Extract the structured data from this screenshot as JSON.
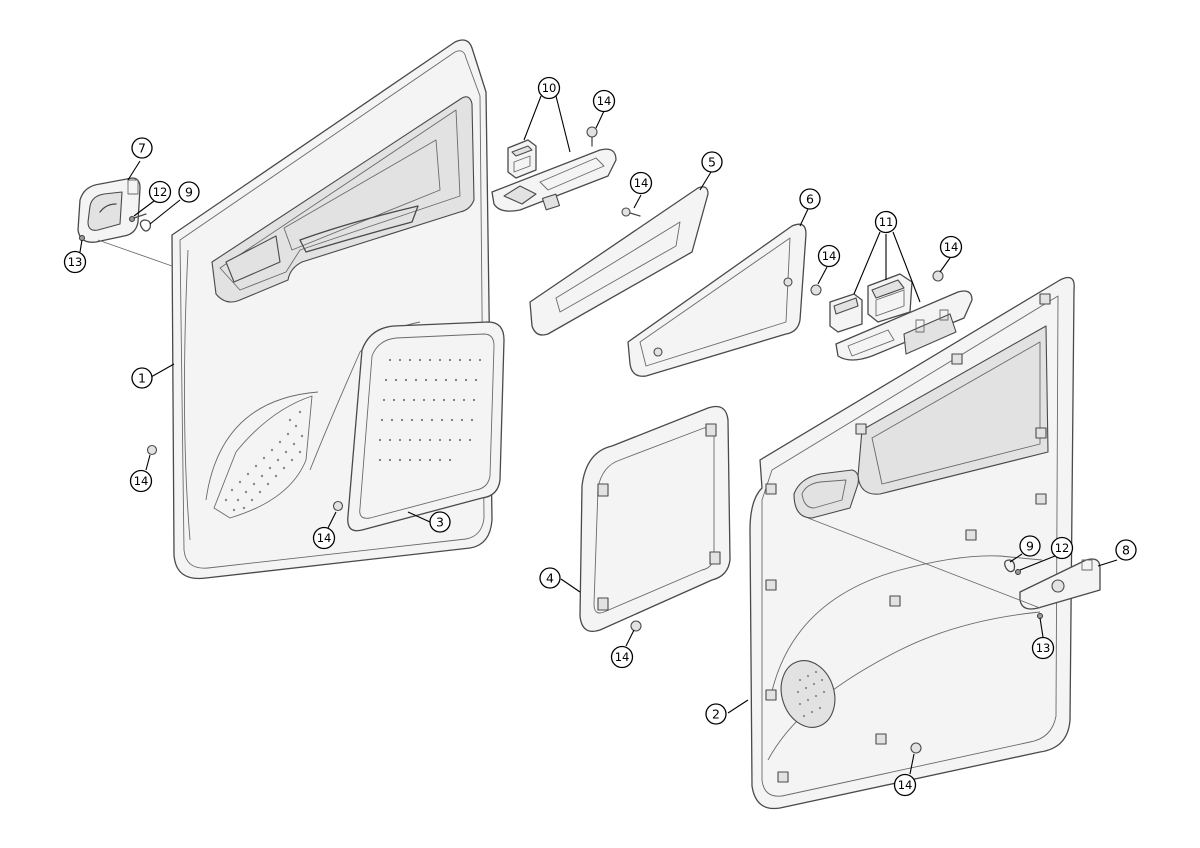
{
  "callouts": [
    {
      "id": "c1",
      "label": "1"
    },
    {
      "id": "c2",
      "label": "2"
    },
    {
      "id": "c3",
      "label": "3"
    },
    {
      "id": "c4",
      "label": "4"
    },
    {
      "id": "c5",
      "label": "5"
    },
    {
      "id": "c6",
      "label": "6"
    },
    {
      "id": "c7",
      "label": "7"
    },
    {
      "id": "c8",
      "label": "8"
    },
    {
      "id": "c9a",
      "label": "9"
    },
    {
      "id": "c9b",
      "label": "9"
    },
    {
      "id": "c10",
      "label": "10"
    },
    {
      "id": "c11",
      "label": "11"
    },
    {
      "id": "c12a",
      "label": "12"
    },
    {
      "id": "c12b",
      "label": "12"
    },
    {
      "id": "c13a",
      "label": "13"
    },
    {
      "id": "c13b",
      "label": "13"
    },
    {
      "id": "c14a",
      "label": "14"
    },
    {
      "id": "c14b",
      "label": "14"
    },
    {
      "id": "c14c",
      "label": "14"
    },
    {
      "id": "c14d",
      "label": "14"
    },
    {
      "id": "c14e",
      "label": "14"
    },
    {
      "id": "c14f",
      "label": "14"
    },
    {
      "id": "c14g",
      "label": "14"
    }
  ]
}
